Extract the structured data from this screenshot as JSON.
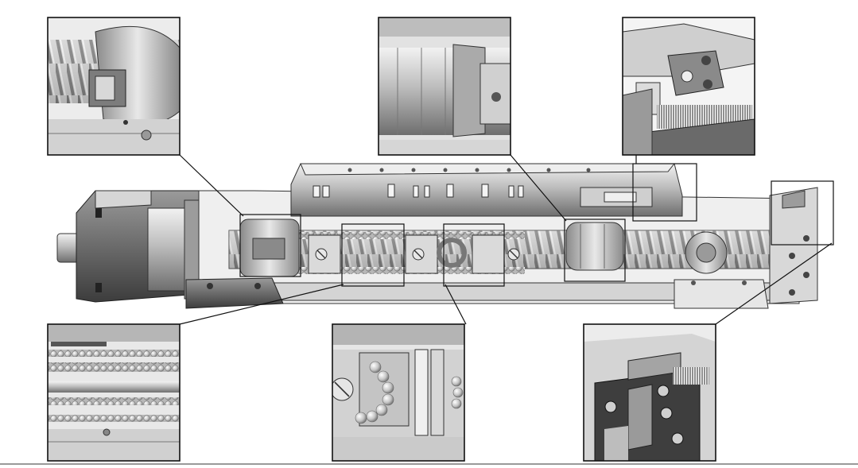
{
  "figure": {
    "subject": "linear-actuator-ball-screw-cutaway",
    "insets": [
      {
        "id": "ball-nut-detail",
        "position": "top-left"
      },
      {
        "id": "screw-support-bearing-detail",
        "position": "top-center"
      },
      {
        "id": "carriage-end-seal-detail",
        "position": "top-right"
      },
      {
        "id": "linear-guide-ball-rows-detail",
        "position": "bottom-left"
      },
      {
        "id": "ball-recirculation-detail",
        "position": "bottom-center"
      },
      {
        "id": "end-plate-seal-detail",
        "position": "bottom-right"
      }
    ],
    "colors": {
      "outline": "#111111",
      "metal_light": "#d9d9d9",
      "metal_mid": "#a8a8a8",
      "metal_dark": "#4a4a4a",
      "background": "#ffffff"
    }
  }
}
